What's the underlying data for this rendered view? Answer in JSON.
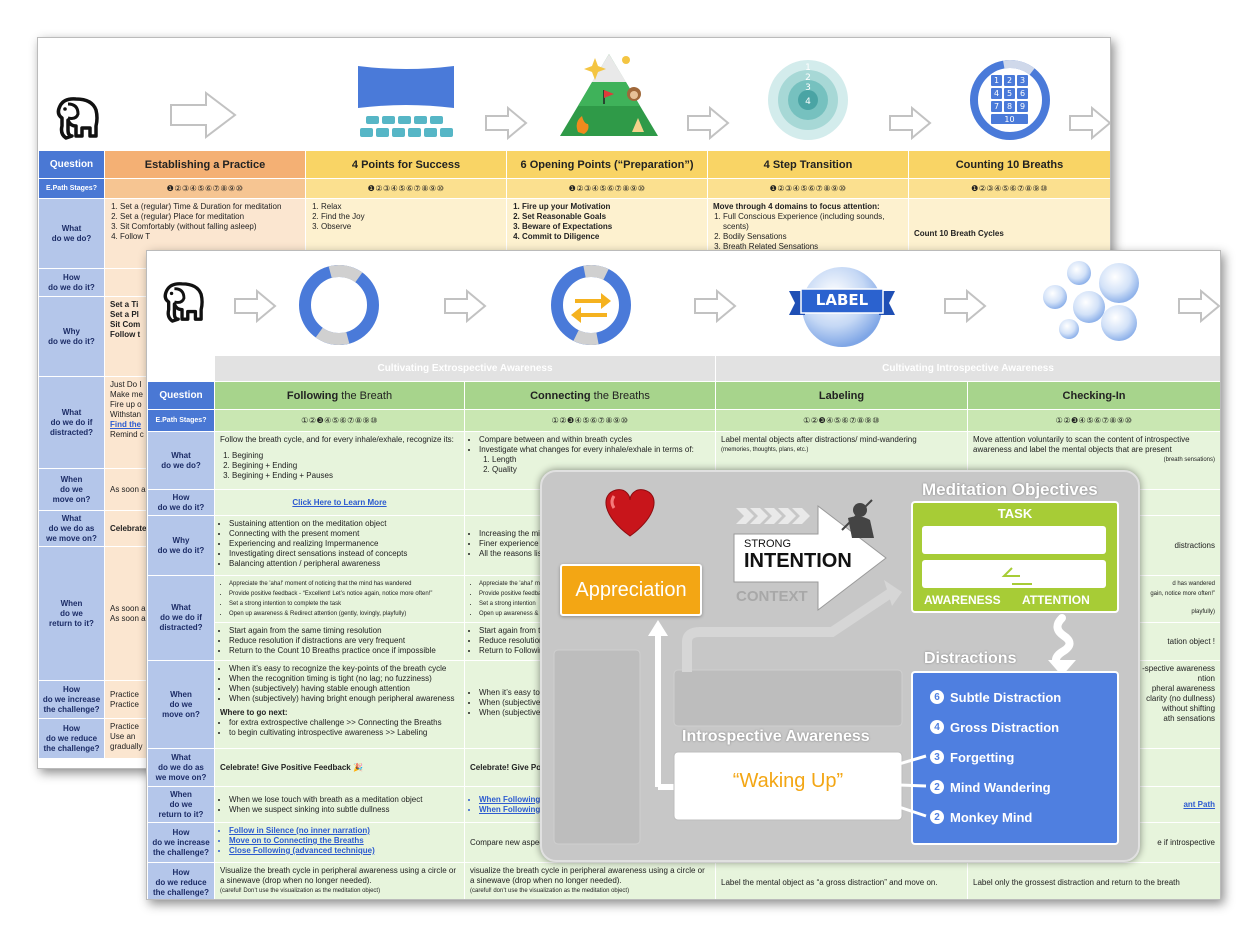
{
  "back": {
    "question": "Question",
    "stages_label": "E.Path Stages?",
    "columns": [
      {
        "title": "Establishing a Practice",
        "stages": "❶②③④⑤⑥⑦⑧⑨⑩",
        "color": "#f4b074",
        "stagecolor": "#f6c592",
        "cell": "#fbe6d0"
      },
      {
        "title": "4 Points for Success",
        "stages": "❶②③④⑤⑥⑦⑧⑨⑩",
        "color": "#f9d465",
        "stagecolor": "#fbe08f",
        "cell": "#fdf1cf"
      },
      {
        "title": "6 Opening Points (“Preparation”)",
        "stages": "❶②③④⑤⑥⑦⑧⑨⑩",
        "color": "#f9d465",
        "stagecolor": "#fbe08f",
        "cell": "#fdf1cf"
      },
      {
        "title": "4 Step Transition",
        "stages": "❶②③④⑤⑥⑦⑧⑨⑩",
        "color": "#f9d465",
        "stagecolor": "#fbe08f",
        "cell": "#fdf1cf"
      },
      {
        "title": "Counting 10 Breaths",
        "stages": "❶②③④⑤⑥⑦⑧⑨⑩",
        "color": "#f9d465",
        "stagecolor": "#fbe08f",
        "cell": "#fdf1cf"
      }
    ],
    "rows": [
      "What\ndo we do?",
      "How\ndo we do it?",
      "Why\ndo we do it?",
      "What\ndo we do if\ndistracted?",
      "When\ndo we\nmove on?",
      "What\ndo we do as\nwe move on?",
      "When\ndo we\nreturn to it?",
      "How\ndo we increase\nthe challenge?",
      "How\ndo we reduce\nthe challenge?"
    ],
    "what": [
      [
        "Set a (regular) Time & Duration for meditation",
        "Set a (regular) Place for meditation",
        "Sit Comfortably (without falling asleep)",
        "Follow T"
      ],
      [
        "Relax",
        "Find the Joy",
        "Observe"
      ],
      [
        "Fire up your Motivation",
        "Set Reasonable Goals",
        "Beware of Expectations",
        "Commit to Diligence"
      ],
      [
        "Move through 4 domains to focus attention:",
        "Full Conscious Experience (including sounds, scents)",
        "Bodily Sensations",
        "Breath Related Sensations"
      ],
      [
        "Count 10 Breath Cycles"
      ]
    ],
    "why_frag": [
      "Set a Ti",
      "Set a Pl",
      "Sit Com",
      "Follow t"
    ],
    "distracted_frag": [
      "Just Do I",
      "Make me",
      "Fire up o",
      "Withstan",
      "Find the",
      "Remind c"
    ],
    "moveon_frag": "As soon a",
    "celebrate_frag": "Celebrate",
    "return_frag": [
      "As soon a",
      "As soon a"
    ],
    "increase_frag": [
      "Practice",
      "Practice"
    ],
    "reduce_frag": [
      "Practice",
      "Use an",
      "gradually"
    ],
    "counter": [
      "1",
      "2",
      "3",
      "4",
      "5",
      "6",
      "7",
      "8",
      "9",
      "10"
    ]
  },
  "front": {
    "band_left": "Cultivating Extrospective Awareness",
    "band_right": "Cultivating Introspective Awareness",
    "question": "Question",
    "stages_label": "E.Path Stages?",
    "label_banner": "LABEL",
    "columns": [
      {
        "bold": "Following",
        "rest": " the Breath",
        "stages": "①②❸④⑤⑥⑦⑧⑨⑩"
      },
      {
        "bold": "Connecting",
        "rest": " the Breaths",
        "stages": "①②❸④⑤⑥⑦⑧⑨⑩"
      },
      {
        "bold": "Labeling",
        "rest": "",
        "stages": "①②❸④⑤⑥⑦⑧⑨⑩"
      },
      {
        "bold": "Checking-In",
        "rest": "",
        "stages": "①②❸④⑤⑥⑦⑧⑨⑩"
      }
    ],
    "rows": [
      "What\ndo we do?",
      "How\ndo we do it?",
      "Why\ndo we do it?",
      "What\ndo we do if\ndistracted?",
      "When\ndo we\nmove on?",
      "What\ndo we do as\nwe move on?",
      "When\ndo we\nreturn to it?",
      "How\ndo we increase\nthe challenge?",
      "How\ndo we reduce\nthe challenge?"
    ],
    "c1": {
      "what_intro": "Follow the breath cycle, and for every inhale/exhale, recognize its:",
      "what_items": [
        "Begining",
        "Begining + Ending",
        "Begining + Ending + Pauses"
      ],
      "how_link": "Click Here to Learn More",
      "why": [
        "Sustaining attention on the meditation object",
        "Connecting with the present moment",
        "Experiencing and realizing Impermanence",
        "Investigating direct sensations instead of concepts",
        "Balancing attention / peripheral awareness"
      ],
      "distracted": [
        "Appreciate the 'aha!' moment of noticing that the mind has wandered",
        "Provide positive feedback - “Excellent! Let’s notice again, notice more often!”",
        "Set a strong intention to complete the task",
        "Open up awareness & Redirect attention (gently, lovingly, playfully)"
      ],
      "distracted2": [
        "Start again from the same timing resolution",
        "Reduce resolution if distractions are very frequent",
        "Return to the Count 10 Breaths practice once if impossible"
      ],
      "moveon": [
        "When it’s easy to recognize the key-points of the breath cycle",
        "When the recognition timing is tight (no lag; no fuzziness)",
        "When (subjectively) having stable enough attention",
        "When (subjectively) having bright enough peripheral awareness"
      ],
      "where_label": "Where to go next:",
      "where": [
        "for extra extrospective challenge >> Connecting the Breaths",
        "to begin cultivating introspective awareness >> Labeling"
      ],
      "celebrate": "Celebrate! Give Positive Feedback 🎉",
      "return": [
        "When we lose touch with breath as a meditation object",
        "When we suspect sinking into subtle dullness"
      ],
      "increase": [
        "Follow in Silence (no inner narration)",
        "Move on to Connecting the Breaths",
        "Close Following (advanced technique)"
      ],
      "reduce": "Visualize the breath cycle in peripheral awareness using a circle or a sinewave (drop when no longer needed).",
      "reduce_note": "(careful! Don’t use the visualization as the meditation object)"
    },
    "c2": {
      "what": [
        "Compare between and within breath cycles",
        "Investigate what changes for every inhale/exhale in terms of:"
      ],
      "what_items": [
        "Length",
        "Quality"
      ],
      "why_frag": [
        "Increasing the min",
        "Finer experience o",
        "All the reasons list"
      ],
      "distracted_frag": [
        "Appreciate the 'aha!' m",
        "Provide positive feedbac",
        "Set a strong intention",
        "Open up awareness & Re"
      ],
      "distracted2_frag": [
        "Start again from th",
        "Reduce resolution",
        "Return to Followin"
      ],
      "moveon_frag": [
        "When it’s easy to l",
        "When (subjectively)",
        "When (subjectively)"
      ],
      "celebrate_frag": "Celebrate! Give Po",
      "return_frag": [
        "When Following th",
        "When Following th"
      ],
      "increase_frag": "Compare new aspect",
      "reduce": "visualize the breath cycle in peripheral awareness using a circle or a sinewave (drop when no longer needed).",
      "reduce_note": "(careful! don’t use the visualization as the meditation object)"
    },
    "c3": {
      "what": "Label mental objects after distractions/ mind-wandering",
      "what_sub": "(memories, thoughts, plans, etc.)",
      "reduce": "Label the mental object as “a gross distraction” and move on."
    },
    "c4": {
      "what": "Move attention voluntarily to scan the content of introspective awareness and label the mental objects that are present",
      "what_sub": "(breath sensations)",
      "frags": [
        "e",
        "distractions",
        "d has wandered",
        "gain, notice more often!”",
        "playfully)",
        "tation object !",
        "-spective awareness",
        "ntion",
        "pheral awareness",
        "clarity (no dullness)",
        "without shifting",
        "ath sensations",
        "ant Path",
        "e if introspective"
      ],
      "reduce": "Label only the grossest distraction and return to the breath"
    }
  },
  "panel": {
    "objectives_title": "Meditation Objectives",
    "task": "TASK",
    "awareness": "AWARENESS",
    "attention": "ATTENTION",
    "appreciation": "Appreciation",
    "strong": "STRONG",
    "intention": "INTENTION",
    "context": "CONTEXT",
    "distractions_title": "Distractions",
    "distractions": [
      {
        "num": "6",
        "label": "Subtle Distraction"
      },
      {
        "num": "4",
        "label": "Gross Distraction"
      },
      {
        "num": "3",
        "label": "Forgetting"
      },
      {
        "num": "2",
        "label": "Mind Wandering"
      },
      {
        "num": "2",
        "label": "Monkey Mind"
      }
    ],
    "introspective_title": "Introspective Awareness",
    "waking_up": "“Waking Up”"
  },
  "colors": {
    "question_blue": "#4a78d4",
    "green_header": "#a7d48c",
    "objective_green": "#a7cc36",
    "distraction_blue": "#4f7fe0",
    "appreciation_orange": "#f3a614"
  }
}
